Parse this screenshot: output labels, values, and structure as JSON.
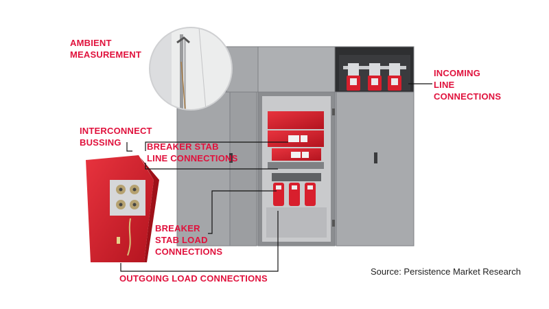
{
  "labels": {
    "ambient": [
      "AMBIENT",
      "MEASUREMENT"
    ],
    "incoming": [
      "INCOMING",
      "LINE",
      "CONNECTIONS"
    ],
    "interconnect": [
      "INTERCONNECT",
      "BUSSING"
    ],
    "breaker_stab_line": [
      "BREAKER STAB",
      "LINE CONNECTIONS"
    ],
    "breaker_stab_load": [
      "BREAKER",
      "STAB LOAD",
      "CONNECTIONS"
    ],
    "outgoing": "OUTGOING LOAD CONNECTIONS"
  },
  "source": "Source: Persistence Market Research",
  "colors": {
    "accent": "#e0113c",
    "cabinet": "#a9abae",
    "cabinet_dark": "#8e9094",
    "component_red": "#d81f2d",
    "leader_line": "#111111"
  }
}
